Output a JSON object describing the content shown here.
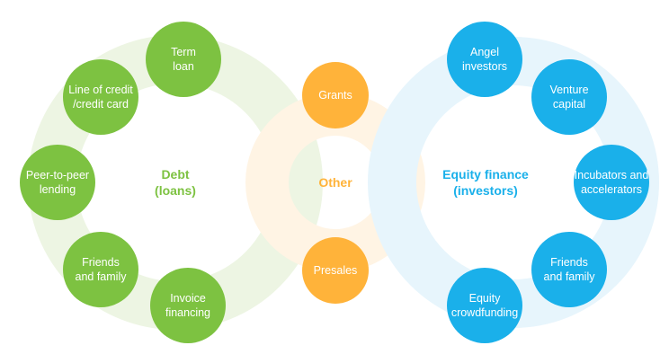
{
  "colors": {
    "debt": "#7dc241",
    "debt_ring": "#edf5e3",
    "other": "#ffb33a",
    "other_ring": "#fff4e4",
    "equity": "#1ab0ea",
    "equity_ring": "#e7f5fc",
    "bubble_text": "#ffffff"
  },
  "groups": [
    {
      "id": "debt",
      "title": [
        "Debt",
        "(loans)"
      ],
      "items": [
        [
          "Term",
          "loan"
        ],
        [
          "Line of credit",
          "/credit card"
        ],
        [
          "Peer-to-peer",
          "lending"
        ],
        [
          "Friends",
          "and family"
        ],
        [
          "Invoice",
          "financing"
        ]
      ]
    },
    {
      "id": "other",
      "title": [
        "Other"
      ],
      "items": [
        [
          "Grants"
        ],
        [
          "Presales"
        ]
      ]
    },
    {
      "id": "equity",
      "title": [
        "Equity finance",
        "(investors)"
      ],
      "items": [
        [
          "Angel",
          "investors"
        ],
        [
          "Venture",
          "capital"
        ],
        [
          "Incubators and",
          "accelerators"
        ],
        [
          "Friends",
          "and family"
        ],
        [
          "Equity",
          "crowdfunding"
        ]
      ]
    }
  ]
}
